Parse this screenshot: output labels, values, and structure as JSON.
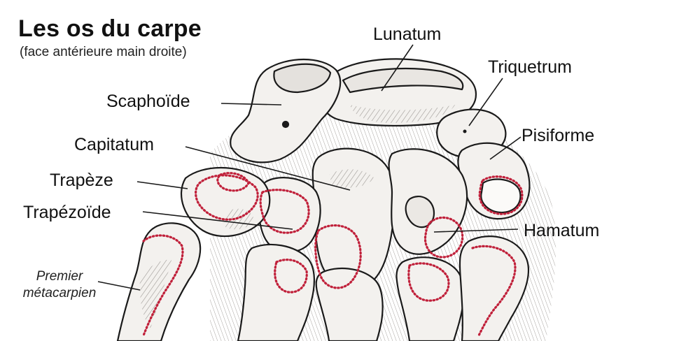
{
  "title": "Les os du carpe",
  "subtitle": "(face antérieure main droite)",
  "labels": {
    "lunatum": "Lunatum",
    "triquetrum": "Triquetrum",
    "scaphoide": "Scaphoïde",
    "pisiforme": "Pisiforme",
    "capitatum": "Capitatum",
    "trapeze": "Trapèze",
    "trapezoide": "Trapézoïde",
    "hamatum": "Hamatum",
    "premier_metacarpien_1": "Premier",
    "premier_metacarpien_2": "métacarpien"
  },
  "colors": {
    "ink": "#1a1a1a",
    "bone": "#f3f1ee",
    "shade": "#b9b6b2",
    "insertion_dots": "#c0203a"
  }
}
